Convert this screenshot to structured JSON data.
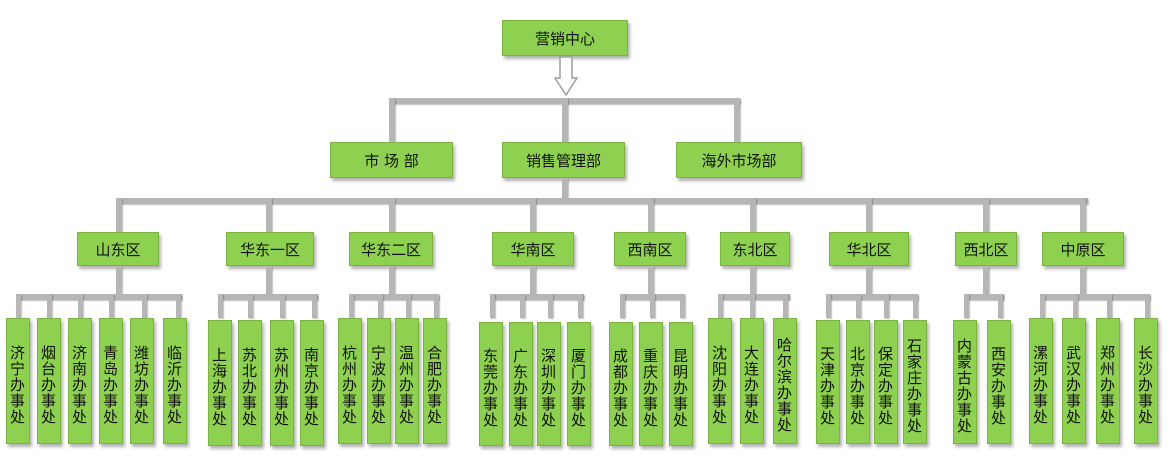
{
  "root": {
    "label": "营销中心"
  },
  "departments": [
    {
      "label": "市 场 部"
    },
    {
      "label": "销售管理部"
    },
    {
      "label": "海外市场部"
    }
  ],
  "regions": [
    {
      "label": "山东区",
      "offices": [
        "济宁办事处",
        "烟台办事处",
        "济南办事处",
        "青岛办事处",
        "潍坊办事处",
        "临沂办事处"
      ]
    },
    {
      "label": "华东一区",
      "offices": [
        "上海办事处",
        "苏北办事处",
        "苏州办事处",
        "南京办事处"
      ]
    },
    {
      "label": "华东二区",
      "offices": [
        "杭州办事处",
        "宁波办事处",
        "温州办事处",
        "合肥办事处"
      ]
    },
    {
      "label": "华南区",
      "offices": [
        "东莞办事处",
        "广东办事处",
        "深圳办事处",
        "厦门办事处"
      ]
    },
    {
      "label": "西南区",
      "offices": [
        "成都办事处",
        "重庆办事处",
        "昆明办事处"
      ]
    },
    {
      "label": "东北区",
      "offices": [
        "沈阳办事处",
        "大连办事处",
        "哈尔滨办事处"
      ]
    },
    {
      "label": "华北区",
      "offices": [
        "天津办事处",
        "北京办事处",
        "保定办事处",
        "石家庄办事处"
      ]
    },
    {
      "label": "西北区",
      "offices": [
        "内蒙古办事处",
        "西安办事处"
      ]
    },
    {
      "label": "中原区",
      "offices": [
        "漯河办事处",
        "武汉办事处",
        "郑州办事处",
        "长沙办事处"
      ]
    }
  ],
  "colors": {
    "node_fill": "#8ed050",
    "connector": "#b6b6b6"
  }
}
